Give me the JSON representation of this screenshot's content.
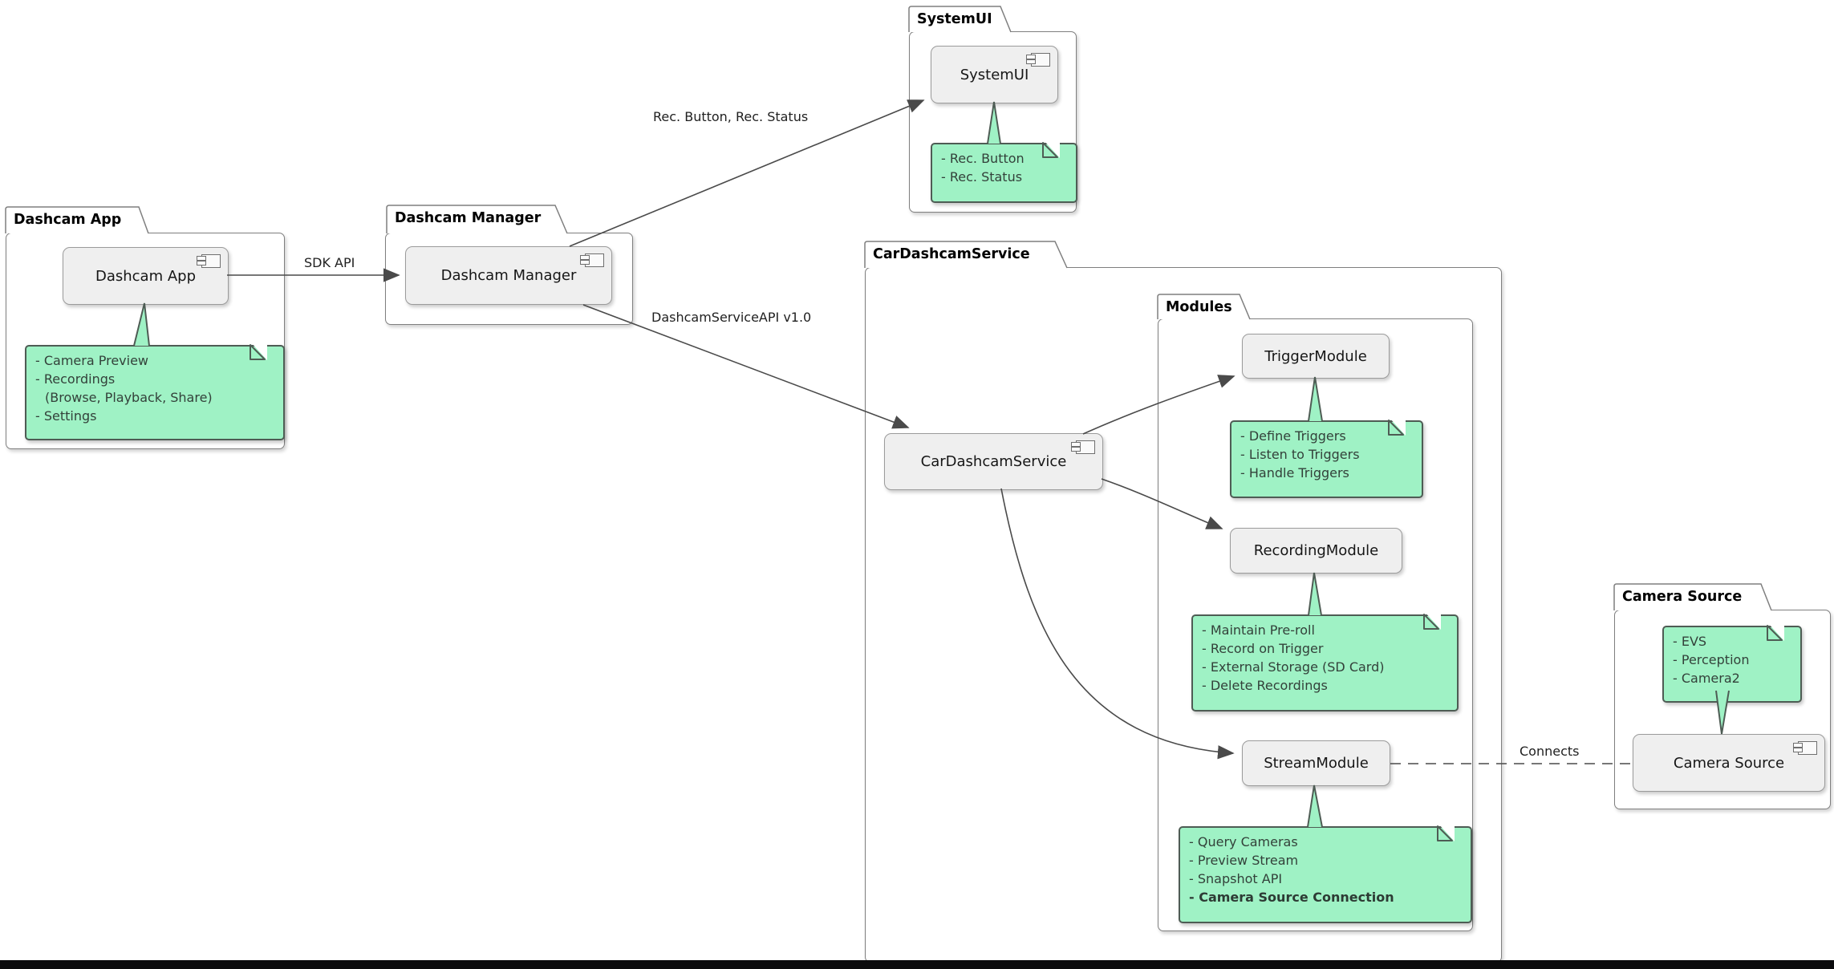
{
  "packages": {
    "dashcam_app": {
      "label": "Dashcam App"
    },
    "dashcam_manager": {
      "label": "Dashcam Manager"
    },
    "systemui": {
      "label": "SystemUI"
    },
    "car_dashcam_service": {
      "label": "CarDashcamService"
    },
    "modules": {
      "label": "Modules"
    },
    "camera_source": {
      "label": "Camera Source"
    }
  },
  "components": {
    "dashcam_app": {
      "label": "Dashcam App"
    },
    "dashcam_manager": {
      "label": "Dashcam Manager"
    },
    "systemui": {
      "label": "SystemUI"
    },
    "car_dashcam_service": {
      "label": "CarDashcamService"
    },
    "trigger_module": {
      "label": "TriggerModule"
    },
    "recording_module": {
      "label": "RecordingModule"
    },
    "stream_module": {
      "label": "StreamModule"
    },
    "camera_source": {
      "label": "Camera Source"
    }
  },
  "notes": {
    "dashcam_app": {
      "lines": [
        "- Camera Preview",
        "- Recordings",
        "(Browse, Playback, Share)",
        "- Settings"
      ]
    },
    "systemui": {
      "lines": [
        "- Rec. Button",
        "- Rec. Status"
      ]
    },
    "trigger_module": {
      "lines": [
        "- Define Triggers",
        "- Listen to Triggers",
        "- Handle Triggers"
      ]
    },
    "recording_module": {
      "lines": [
        "- Maintain Pre-roll",
        "- Record on Trigger",
        "- External Storage (SD Card)",
        "- Delete Recordings"
      ]
    },
    "stream_module": {
      "lines": [
        "- Query Cameras",
        "- Preview Stream",
        "- Snapshot API",
        "- Camera Source Connection"
      ]
    },
    "camera_source": {
      "lines": [
        "- EVS",
        "- Perception",
        "- Camera2"
      ]
    }
  },
  "edges": {
    "sdk_api": {
      "label": "SDK API"
    },
    "rec_ui": {
      "label": "Rec. Button, Rec. Status"
    },
    "service_api": {
      "label": "DashcamServiceAPI v1.0"
    },
    "connects": {
      "label": "Connects"
    }
  },
  "colors": {
    "note_fill": "#9FF2C5",
    "note_border": "#4E5C54",
    "component_fill": "#EFEFEF",
    "component_border": "#9B9B9B",
    "package_border": "#7F7F7F",
    "line": "#4A4A4A",
    "bottom_bar": "#0B0B0D"
  }
}
